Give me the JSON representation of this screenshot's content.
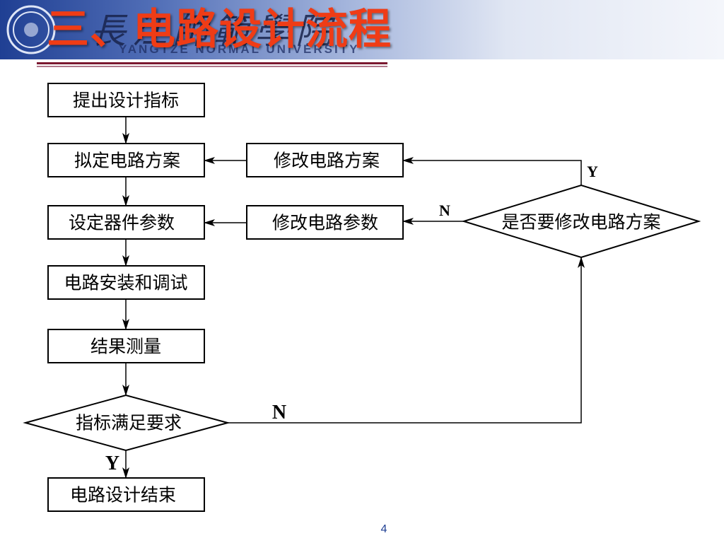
{
  "header": {
    "calligraphy": "長江師範學院",
    "university_en": "YANGTZE NORMAL UNIVERSITY",
    "title": "三、电路设计流程"
  },
  "nodes": {
    "propose": "提出设计指标",
    "draft": "拟定电路方案",
    "set_params": "设定器件参数",
    "install": "电路安装和调试",
    "measure": "结果测量",
    "meets_spec": "指标满足要求",
    "end": "电路设计结束",
    "modify_scheme": "修改电路方案",
    "modify_params": "修改电路参数",
    "need_modify_scheme": "是否要修改电路方案"
  },
  "labels": {
    "need_modify_yes": "Y",
    "need_modify_no": "N",
    "meets_no": "N",
    "meets_yes": "Y"
  },
  "footer": {
    "page_number": "4"
  }
}
